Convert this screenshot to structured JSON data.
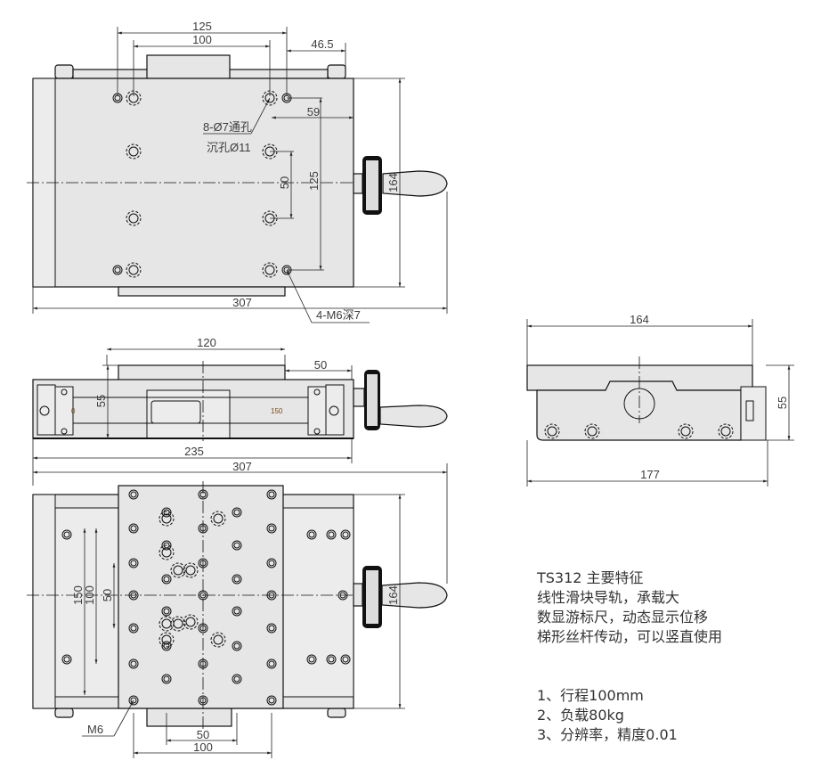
{
  "drawing": {
    "top_view": {
      "dims": {
        "w125": "125",
        "w100": "100",
        "w46_5": "46.5",
        "d59": "59",
        "d50": "50",
        "d125": "125",
        "h164": "164",
        "w307": "307"
      },
      "labels": {
        "through_hole": "8-Ø7通孔",
        "counterbore": "沉孔Ø11",
        "tapped": "4-M6深7"
      }
    },
    "side_view": {
      "dims": {
        "w120": "120",
        "w50": "50",
        "h55": "55",
        "w235": "235"
      },
      "scale_marks": {
        "left": "0",
        "right": "150"
      }
    },
    "bottom_view": {
      "dims": {
        "w307": "307",
        "h164": "164",
        "h150": "150",
        "h100": "100",
        "h50": "50",
        "w50": "50",
        "w100": "100"
      },
      "labels": {
        "m6": "M6"
      }
    },
    "end_view": {
      "dims": {
        "w164": "164",
        "w177": "177",
        "h55": "55"
      }
    }
  },
  "features": {
    "title": "TS312  主要特征",
    "lines": [
      "线性滑块导轨，承载大",
      "数显游标尺，动态显示位移",
      "梯形丝杆传动，可以竖直使用"
    ],
    "specs": [
      "1、行程100mm",
      "2、负载80kg",
      "3、分辨率，精度0.01"
    ]
  }
}
